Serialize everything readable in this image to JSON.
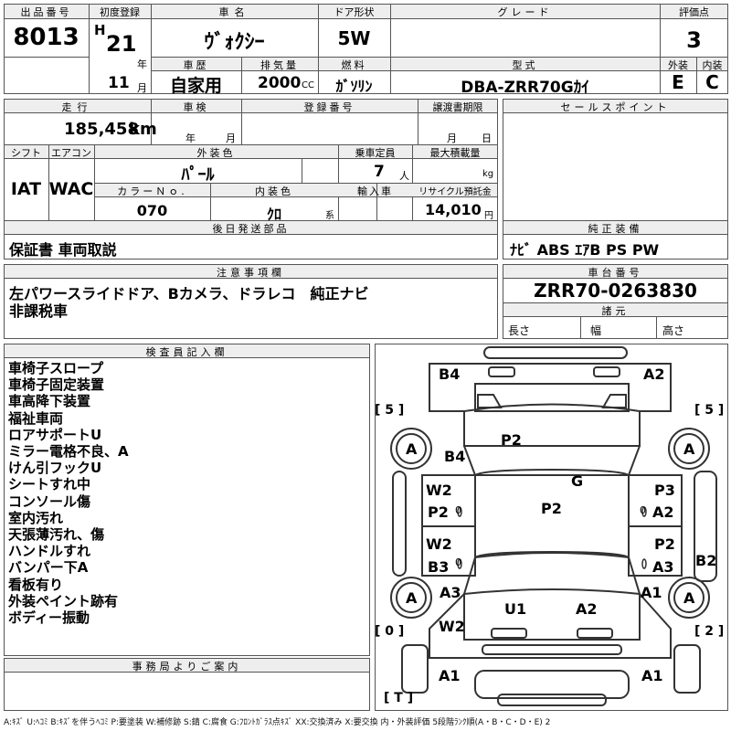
{
  "header_labels": {
    "lot": "出品番号",
    "first_reg": "初度登録",
    "car_name": "車名",
    "door": "ドア形状",
    "grade": "グレード",
    "score": "評価点",
    "history": "車歴",
    "displacement": "排気量",
    "fuel": "燃料",
    "model": "型式",
    "exterior": "外装",
    "interior": "内装"
  },
  "lot_number": "8013",
  "first_reg": {
    "era": "H",
    "year": "21",
    "year_unit": "年",
    "month": "11",
    "month_unit": "月"
  },
  "car_name": "ｳﾞｫｸｼｰ",
  "door": "5W",
  "grade": "",
  "score": "3",
  "history": "自家用",
  "displacement": "2000",
  "displacement_unit": "CC",
  "fuel": "ｶﾞｿﾘﾝ",
  "model": "DBA-ZRR70Gｶｲ",
  "exterior_grade": "E",
  "interior_grade": "C",
  "row2_labels": {
    "mileage": "走行",
    "inspection": "車検",
    "reg_no": "登録番号",
    "transfer": "譲渡書期限",
    "shift": "シフト",
    "aircon": "エアコン",
    "color": "外装色",
    "capacity": "乗車定員",
    "max_load": "最大積載量",
    "color_no": "カラーＮｏ.",
    "interior_color": "内装色",
    "import": "輸入車",
    "recycle": "リサイクル預託金",
    "sales_points": "セールスポイント",
    "later_parts": "後日発送部品",
    "genuine": "純正装備"
  },
  "mileage": "185,458",
  "mileage_unit": "km",
  "inspection_units": {
    "year": "年",
    "month": "月"
  },
  "transfer_units": {
    "month": "月",
    "day": "日"
  },
  "shift": "IAT",
  "aircon": "WAC",
  "color": "ﾊﾟｰﾙ",
  "capacity": "7",
  "capacity_unit": "人",
  "max_load_unit": "kg",
  "color_no": "070",
  "interior_color": "ｸﾛ",
  "interior_color_unit": "系",
  "recycle": "14,010",
  "recycle_unit": "円",
  "later_parts": "保証書 車両取説",
  "genuine": "ﾅﾋﾞ ABS ｴｱB PS PW",
  "notes_label": "注意事項欄",
  "notes": [
    "左パワースライドドア、Bカメラ、ドラレコ　純正ナビ",
    "非課税車"
  ],
  "chassis_label": "車台番号",
  "chassis": "ZRR70-0263830",
  "dims_label": "諸元",
  "dims": {
    "length": "長さ",
    "width": "幅",
    "height": "高さ"
  },
  "inspector_label": "検査員記入欄",
  "inspector_lines": [
    "車椅子スロープ",
    "車椅子固定装置",
    "車高降下装置",
    "福祉車両",
    "ロアサポートU",
    "ミラー電格不良、A",
    "けん引フックU",
    "シートすれ中",
    "コンソール傷",
    "室内汚れ",
    "天張薄汚れ、傷",
    "ハンドルすれ",
    "バンパー下A",
    "看板有り",
    "外装ペイント跡有",
    "ボディー振動"
  ],
  "office_label": "事務局よりご案内",
  "damage_marks": {
    "b4_top": "B4",
    "a2_top": "A2",
    "left5": "[ 5 ]",
    "right5": "[ 5 ]",
    "a_lf": "A",
    "b4_side": "B4",
    "p2_hood": "P2",
    "a_rf": "A",
    "g": "G",
    "w2_l1": "W2",
    "p2_l": "P2",
    "zero_l1": "0",
    "p2_roof": "P2",
    "zero_r1": "0",
    "p3_r": "P3",
    "a2_r": "A2",
    "w2_l2": "W2",
    "b3_l": "B3",
    "zero_l2": "0",
    "p2_r2": "P2",
    "a3_r": "A3",
    "b2_r": "B2",
    "a_lr": "A",
    "a3_l": "A3",
    "u1": "U1",
    "a2_rear": "A2",
    "a1_r": "A1",
    "a_rr": "A",
    "left0": "[ 0 ]",
    "w2_rear": "W2",
    "right2": "[ 2 ]",
    "a1_bl": "A1",
    "a1_br": "A1",
    "t": "[ T ]"
  },
  "legend": "A:ｷｽﾞ U:ﾍｺﾐ B:ｷｽﾞを伴うﾍｺﾐ P:要塗装 W:補修跡 S:錆 C:腐食 G:ﾌﾛﾝﾄｶﾞﾗｽ点ｷｽﾞ XX:交換済み X:要交換 内・外装評価 5段階ﾗﾝｸ順(A・B・C・D・E) 2"
}
